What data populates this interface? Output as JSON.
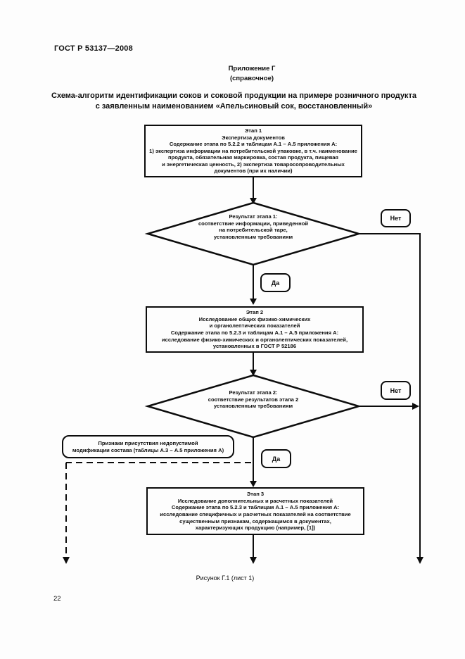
{
  "document": {
    "standard": "ГОСТ Р 53137—2008",
    "appendix_label": "Приложение Г",
    "appendix_type": "(справочное)",
    "title": [
      "Схема-алгоритм идентификации соков и соковой продукции на примере розничного продукта",
      "с заявленным наименованием «Апельсиновый сок, восстановленный»"
    ],
    "figure_caption": "Рисунок Г.1 (лист 1)",
    "page_number": "22"
  },
  "flowchart": {
    "step1": {
      "lines": [
        "Этап 1",
        "Экспертиза документов",
        "Содержание этапа по 5.2.2 и таблицам А.1 – А.5 приложения А:",
        "1) экспертиза информации на потребительской упаковке, в т.ч. наименование",
        "продукта, обязательная маркировка, состав продукта, пищевая",
        "и энергетическая ценность, 2) экспертиза товаросопроводительных",
        "документов (при их наличии)"
      ]
    },
    "decision1": {
      "lines": [
        "Результат этапа 1:",
        "соответствие информации, приведенной",
        "на потребительской таре,",
        "установленным требованиям"
      ]
    },
    "label_no1": "Нет",
    "label_yes1": "Да",
    "step2": {
      "lines": [
        "Этап 2",
        "Исследование общих физико-химических",
        "и органолептических показателей",
        "Содержание этапа по 5.2.3 и таблицам А.1 – А.5 приложения А:",
        "исследование физико-химических и органолептических показателей,",
        "установленных в ГОСТ Р 52186"
      ]
    },
    "decision2": {
      "lines": [
        "Результат этапа 2:",
        "соответствие результатов этапа 2",
        "установленным требованиям"
      ]
    },
    "label_no2": "Нет",
    "label_yes2": "Да",
    "note": {
      "lines": [
        "Признаки присутствия недопустимой",
        "модификации состава (таблицы А.3 – А.5 приложения А)"
      ]
    },
    "step3": {
      "lines": [
        "Этап 3",
        "Исследование дополнительных и расчетных показателей",
        "Содержание этапа по 5.2.3 и таблицам А.1 – А.5 приложения А:",
        "исследование специфичных и расчетных показателей на соответствие",
        "существенным признакам, содержащимся в документах,",
        "характеризующих продукцию (например, [1])"
      ]
    }
  }
}
